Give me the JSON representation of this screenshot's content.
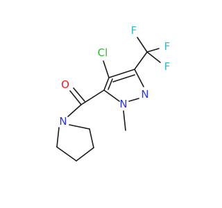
{
  "colors": {
    "carbon": "#1a1a1a",
    "nitrogen": "#2b35d8",
    "oxygen": "#e8211e",
    "chlorine": "#2db82d",
    "fluorine": "#39b8c4"
  },
  "labels": {
    "cl": "Cl",
    "f1": "F",
    "f2": "F",
    "f3": "F",
    "n_methyl": "N",
    "n_ring": "N",
    "o": "O",
    "n_pyrrolidine": "N"
  }
}
